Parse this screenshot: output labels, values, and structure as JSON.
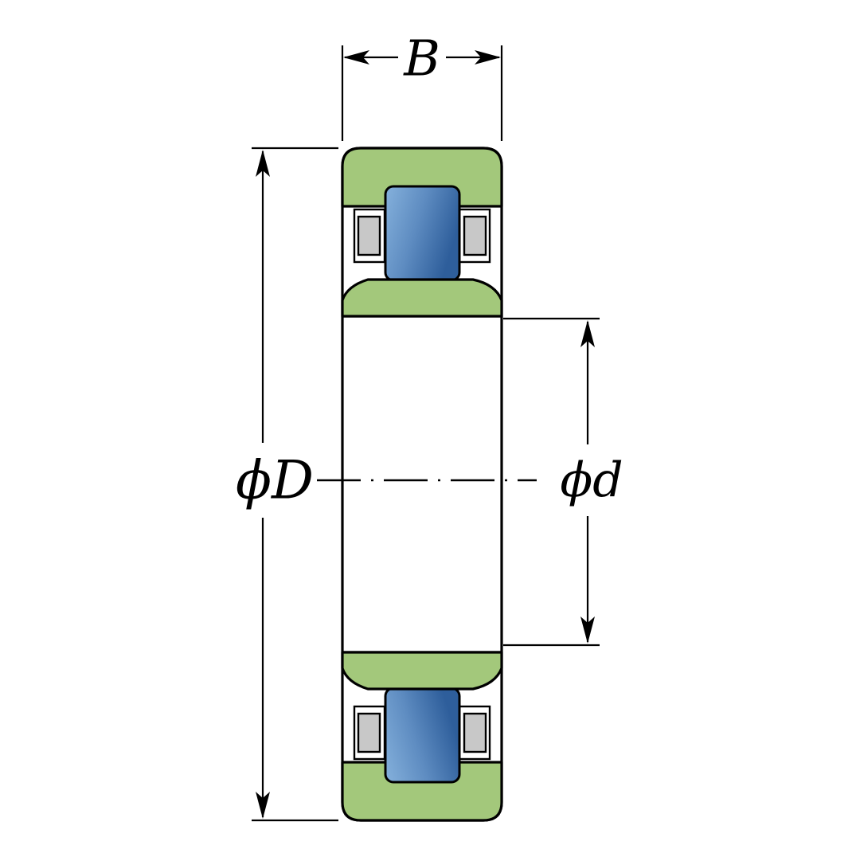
{
  "figure": {
    "labels": {
      "width": "B",
      "outer_diameter": "ϕD",
      "inner_diameter": "ϕd"
    }
  },
  "colors": {
    "background": "#ffffff",
    "outline": "#000000",
    "ring_green": "#a3c87b",
    "cage_gray": "#c8c8c8",
    "cage_white": "#ffffff",
    "roller_light": "#85b1dc",
    "roller_mid": "#5e8cc1",
    "roller_dark": "#2e5e9b"
  }
}
